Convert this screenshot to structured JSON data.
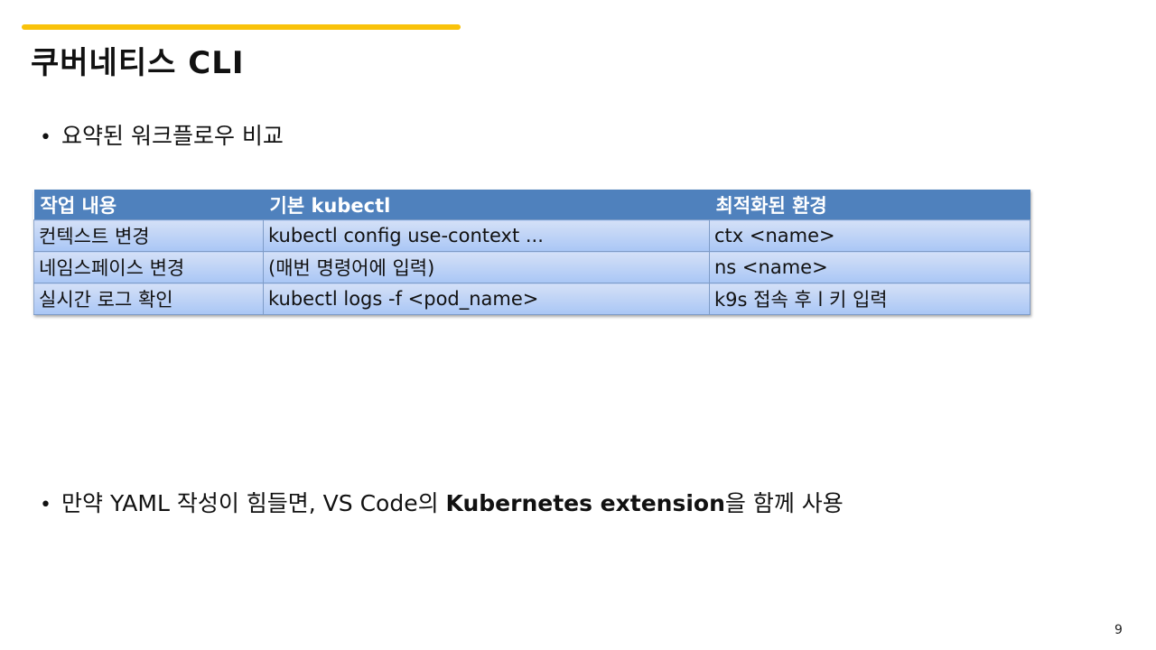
{
  "slide": {
    "title": "쿠버네티스 CLI",
    "accent_color": "#f9c20a",
    "page_number": "9"
  },
  "bullets": {
    "first": "요약된 워크플로우 비교",
    "second": {
      "prefix": "만약 YAML 작성이 힘들면, VS Code의 ",
      "bold": "Kubernetes extension",
      "suffix": "을 함께 사용"
    },
    "bullet_glyph": "•"
  },
  "table": {
    "header_color": "#4f81bd",
    "headers": [
      "작업 내용",
      "기본 kubectl",
      "최적화된 환경"
    ],
    "rows": [
      [
        "컨텍스트 변경",
        "kubectl config use-context ...",
        "ctx <name>"
      ],
      [
        "네임스페이스 변경",
        "(매번 명령어에 입력)",
        "ns <name>"
      ],
      [
        "실시간 로그 확인",
        "kubectl logs -f <pod_name>",
        "k9s 접속 후 l 키 입력"
      ]
    ]
  }
}
